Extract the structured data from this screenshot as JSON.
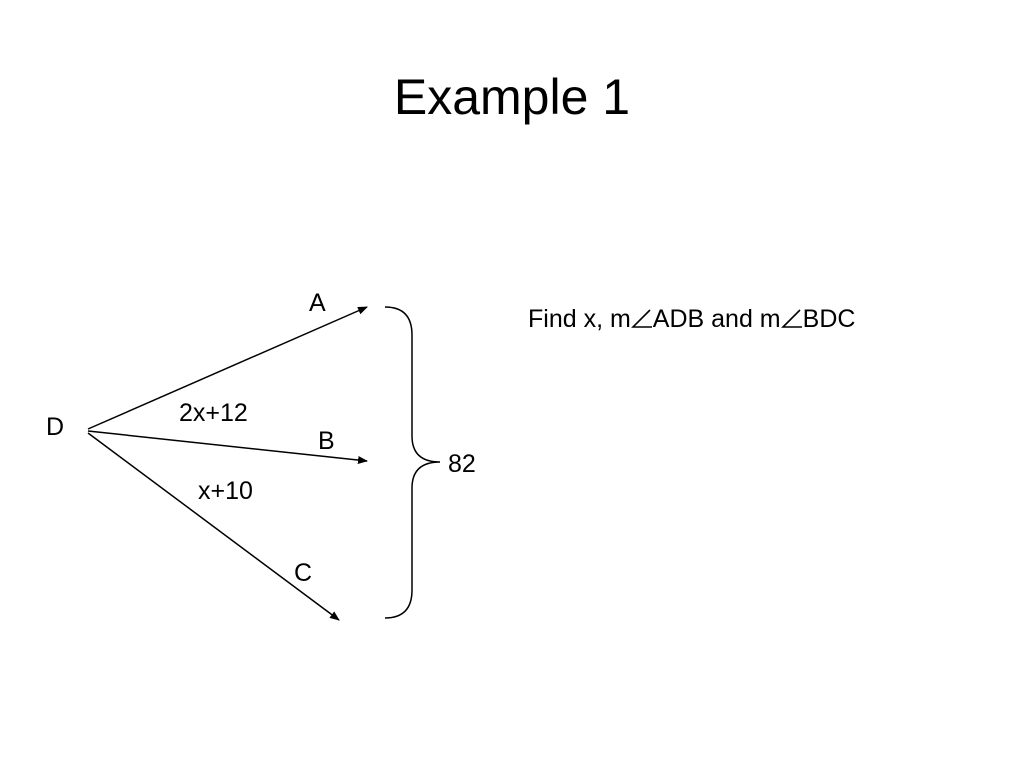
{
  "slide": {
    "title": "Example 1"
  },
  "diagram": {
    "vertex_label": "D",
    "rays": [
      {
        "label": "A"
      },
      {
        "label": "B"
      },
      {
        "label": "C"
      }
    ],
    "angle_labels": {
      "adb": "2x+12",
      "bdc": "x+10"
    },
    "total_label": "82"
  },
  "question": {
    "part1": "Find x, m",
    "part2": "ADB and m",
    "part3": "BDC",
    "angle_icon": "angle-symbol-icon"
  }
}
